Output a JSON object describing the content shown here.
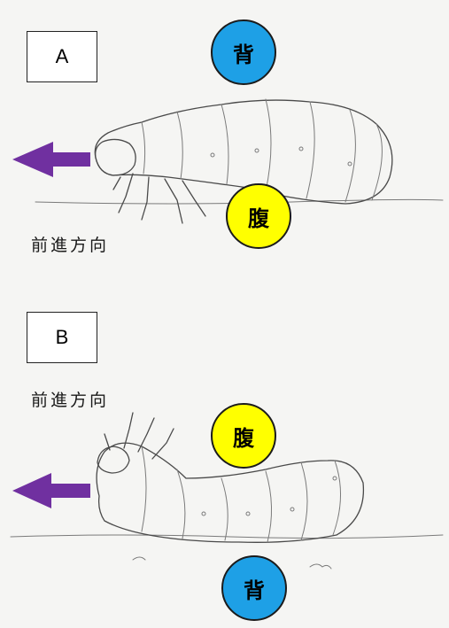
{
  "panels": [
    {
      "label": "A",
      "top_badge": {
        "text": "背",
        "color": "#1ea0e6"
      },
      "bottom_badge": {
        "text": "腹",
        "color": "#ffff00"
      },
      "direction_caption": "前進方向"
    },
    {
      "label": "B",
      "top_badge": {
        "text": "腹",
        "color": "#ffff00"
      },
      "bottom_badge": {
        "text": "背",
        "color": "#1ea0e6"
      },
      "direction_caption": "前進方向"
    }
  ],
  "arrow_color": "#7030a0",
  "icons": [
    "direction-arrow-icon",
    "larva-drawing"
  ]
}
